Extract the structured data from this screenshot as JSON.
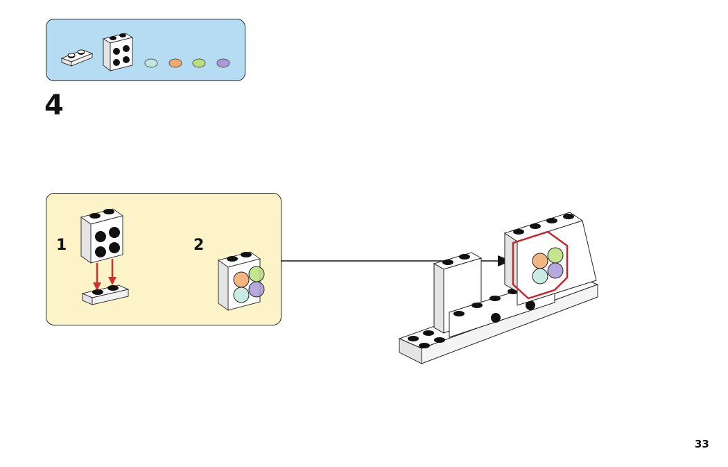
{
  "page": {
    "step_number": "4",
    "page_number": "33"
  },
  "parts_list": {
    "items": [
      {
        "name": "plate-1x2",
        "color": "#ffffff"
      },
      {
        "name": "brick-2x2-studs-on-side",
        "color": "#ffffff"
      },
      {
        "name": "round-tile-1x1",
        "color": "#bfe8df"
      },
      {
        "name": "round-tile-1x1",
        "color": "#f2a96b"
      },
      {
        "name": "round-tile-1x1",
        "color": "#b9e07a"
      },
      {
        "name": "round-tile-1x1",
        "color": "#a89ad8"
      }
    ]
  },
  "substeps": [
    {
      "label": "1"
    },
    {
      "label": "2"
    }
  ],
  "colors": {
    "parts_bg": "#b6dcf4",
    "substep_bg": "#fdf3c8",
    "arrow_red": "#d03030",
    "highlight_red": "#c8262e"
  }
}
